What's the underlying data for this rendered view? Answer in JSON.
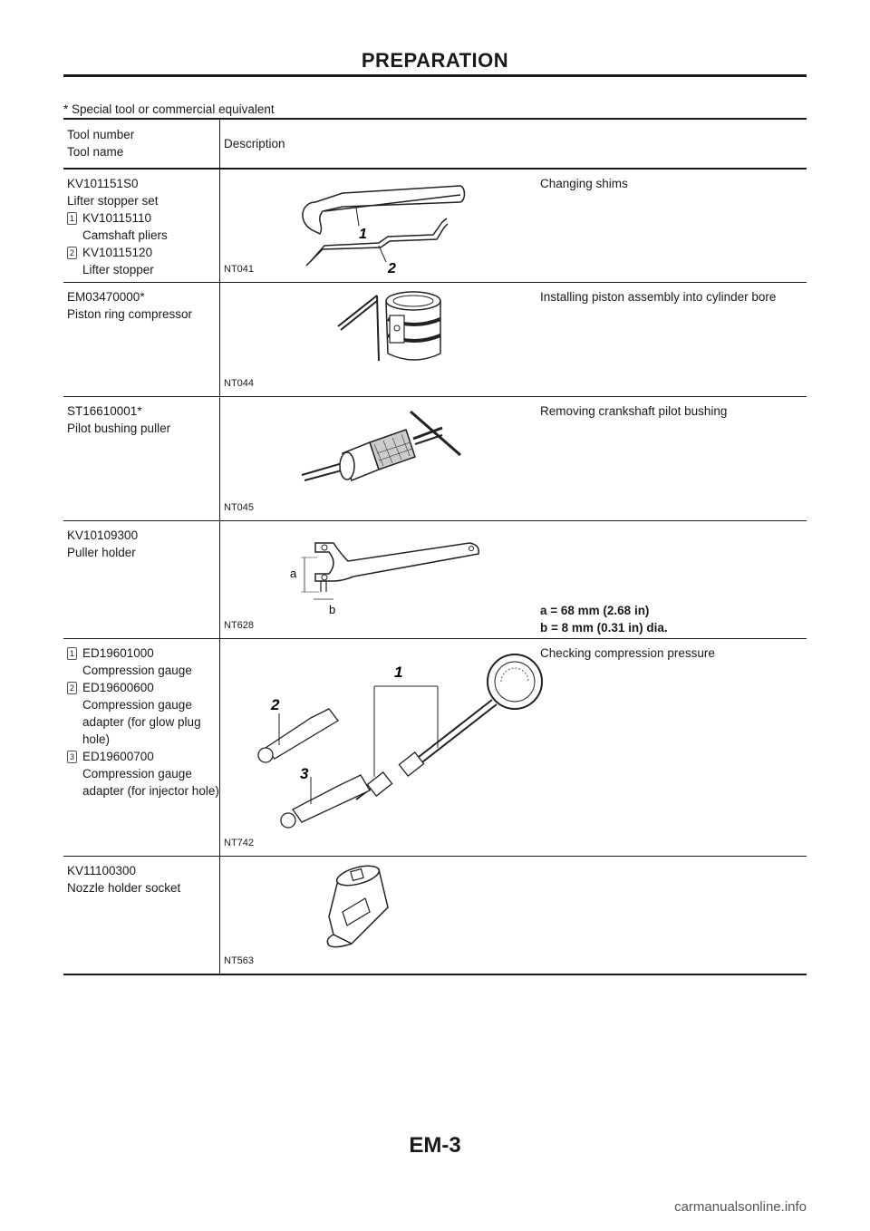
{
  "title": "PREPARATION",
  "note": "* Special tool or commercial equivalent",
  "header": {
    "tool_number": "Tool number",
    "tool_name": "Tool name",
    "description": "Description"
  },
  "rows": [
    {
      "tool_number": "KV101151S0",
      "tool_name": "Lifter stopper set",
      "subitems": [
        {
          "num": "1",
          "number": "KV10115110",
          "name": "Camshaft pliers"
        },
        {
          "num": "2",
          "number": "KV10115120",
          "name": "Lifter stopper"
        }
      ],
      "figure_code": "NT041",
      "fig_labels": [
        "1",
        "2"
      ],
      "description": "Changing shims"
    },
    {
      "tool_number": "EM03470000*",
      "tool_name": "Piston ring compressor",
      "figure_code": "NT044",
      "description": "Installing piston assembly into cylinder bore"
    },
    {
      "tool_number": "ST16610001*",
      "tool_name": "Pilot bushing puller",
      "figure_code": "NT045",
      "description": "Removing crankshaft pilot bushing"
    },
    {
      "tool_number": "KV10109300",
      "tool_name": "Puller holder",
      "figure_code": "NT628",
      "fig_labels": [
        "a",
        "b"
      ],
      "description_lines": [
        "a = 68 mm (2.68 in)",
        "b = 8 mm (0.31 in) dia."
      ]
    },
    {
      "subitems": [
        {
          "num": "1",
          "number": "ED19601000",
          "name": "Compression gauge"
        },
        {
          "num": "2",
          "number": "ED19600600",
          "name": "Compression gauge adapter (for glow plug hole)"
        },
        {
          "num": "3",
          "number": "ED19600700",
          "name": "Compression gauge adapter (for injector hole)"
        }
      ],
      "figure_code": "NT742",
      "fig_labels": [
        "1",
        "2",
        "3"
      ],
      "description": "Checking compression pressure"
    },
    {
      "tool_number": "KV11100300",
      "tool_name": "Nozzle holder socket",
      "figure_code": "NT563"
    }
  ],
  "page_number": "EM-3",
  "watermark": "carmanualsonline.info"
}
